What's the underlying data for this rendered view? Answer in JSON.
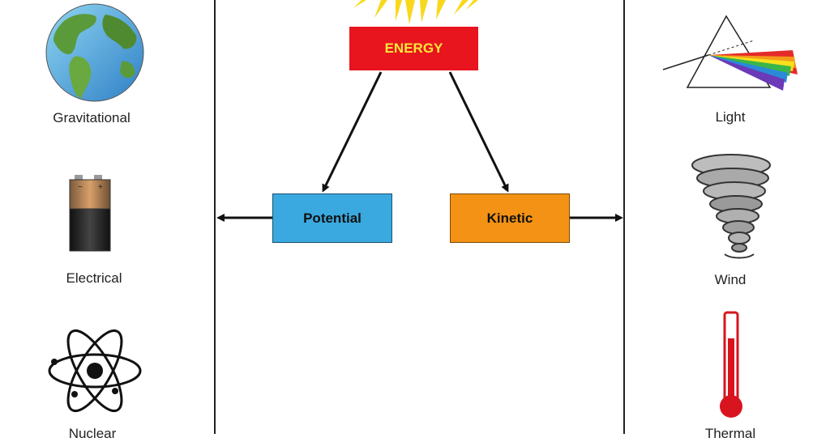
{
  "center": {
    "energy_label": "ENERGY",
    "potential_label": "Potential",
    "kinetic_label": "Kinetic"
  },
  "left_column": {
    "items": [
      {
        "label": "Gravitational",
        "icon": "globe-icon"
      },
      {
        "label": "Electrical",
        "icon": "battery-icon"
      },
      {
        "label": "Nuclear",
        "icon": "atom-icon"
      }
    ]
  },
  "right_column": {
    "items": [
      {
        "label": "Light",
        "icon": "prism-icon"
      },
      {
        "label": "Wind",
        "icon": "tornado-icon"
      },
      {
        "label": "Thermal",
        "icon": "thermometer-icon"
      }
    ]
  },
  "colors": {
    "energy_box": "#e8141e",
    "energy_text": "#fbe63a",
    "potential_box": "#3aa9e0",
    "kinetic_box": "#f39214",
    "sun_rays": "#f8d81c"
  }
}
